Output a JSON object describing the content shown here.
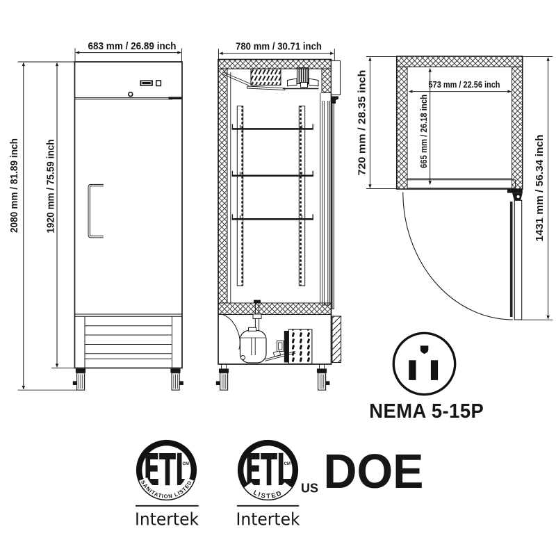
{
  "page": {
    "title": "Refrigerator technical dimension diagram",
    "background": "#ffffff",
    "ink": "#1a1a1a"
  },
  "views": {
    "front": {
      "width_label": "683 mm / 26.89 inch",
      "total_height_label": "2080 mm / 81.89 inch",
      "body_height_label": "1920 mm / 75.59 inch"
    },
    "side": {
      "depth_label": "780 mm / 30.71 inch"
    },
    "top": {
      "depth_label": "720 mm / 28.35 inch",
      "interior_width_label": "573 mm / 22.56 inch",
      "interior_depth_label": "665 mm / 26.18 inch",
      "door_open_depth_label": "1431 mm / 56.34 inch"
    }
  },
  "plug": {
    "standard": "NEMA 5-15P"
  },
  "certifications": {
    "etl_sanitation": {
      "monogram": "ETL",
      "trademark": "CM",
      "arc_text": "SANITATION LISTED",
      "brand": "Intertek"
    },
    "etl_listed_us": {
      "monogram": "ETL",
      "trademark": "CM",
      "arc_text": "LISTED",
      "region": "US",
      "brand": "Intertek"
    },
    "doe": {
      "label": "DOE"
    }
  }
}
